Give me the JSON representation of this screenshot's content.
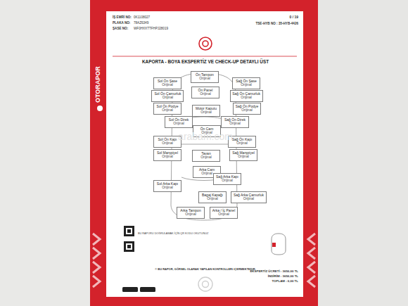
{
  "diagram": {
    "title": "KAPORTA - BOYA EKSPERTİZ VE CHECK-UP DETAYLI ÜST",
    "nodes": [
      {
        "text": [
          "Ön Tampon",
          "Orijinal"
        ]
      },
      {
        "text": [
          "Sol Ön Şase",
          "Orijinal"
        ]
      },
      {
        "text": [
          "Sağ Ön Şase",
          "Orijinal"
        ]
      },
      {
        "text": [
          "Ön Panel",
          "Orijinal"
        ]
      },
      {
        "text": [
          "Sol Ön Çamurluk",
          "Orijinal"
        ]
      },
      {
        "text": [
          "Sağ Ön Çamurluk",
          "Orijinal"
        ]
      },
      {
        "text": [
          "Sol Ön Podye",
          "Orijinal"
        ]
      },
      {
        "text": [
          "Sağ Ön Podye",
          "Orijinal"
        ]
      },
      {
        "text": [
          "Motor Kaputu",
          "Orijinal"
        ]
      },
      {
        "text": [
          "Sol Ön Direk",
          "Orijinal"
        ]
      },
      {
        "text": [
          "Sağ Ön Direk",
          "Orijinal"
        ]
      },
      {
        "text": [
          "Ön Cam",
          "Orijinal"
        ]
      },
      {
        "text": [
          "Sol Ön Kapı",
          "Orijinal"
        ]
      },
      {
        "text": [
          "Sağ Ön Kapı",
          "Orijinal"
        ]
      },
      {
        "text": [
          "Sol Marşpiyel",
          "Orijinal"
        ]
      },
      {
        "text": [
          "Tavan",
          "Orijinal"
        ]
      },
      {
        "text": [
          "Sağ Marşpiyel",
          "Orijinal"
        ]
      },
      {
        "text": [
          "Arka Cam",
          "Orijinal"
        ]
      },
      {
        "text": [
          "Sağ Arka Kapı",
          "Orijinal"
        ]
      },
      {
        "text": [
          "Sol Arka Kapı",
          "Orijinal"
        ]
      },
      {
        "text": [
          "Bagaj Kapağı",
          "Orijinal"
        ]
      },
      {
        "text": [
          "Sağ Arka Çamurluk",
          "Orijinal"
        ]
      },
      {
        "text": [
          "Arka Tampon",
          "Orijinal"
        ]
      },
      {
        "text": [
          "Arka / İç Panel",
          "Orijinal"
        ]
      }
    ],
    "labels": [
      "İŞ EMRİ NO:",
      "0K1108027",
      "PLAKA NO:",
      "78AZ6349",
      "ŞASE NO:",
      "WF0HXXTTFHPJ28019",
      "0 / 19",
      "TSE-HYB NO : 35-HYB-4426",
      "OTORAPOR",
      "arabam.com",
      "BU RAPORU DOĞRULAMAK İÇİN QR KODU OKUTUNUZ",
      "© BU RAPOR, GÖRSEL OLARAK YAPILAN KONTROLLERİ İÇERMEKTEDİR.",
      "EKSPERTİZ ÜCRETİ : 3650,00 TL",
      "İNDİRİM : 3650,00 TL",
      "TOPLAM : 0,00 TL"
    ]
  }
}
